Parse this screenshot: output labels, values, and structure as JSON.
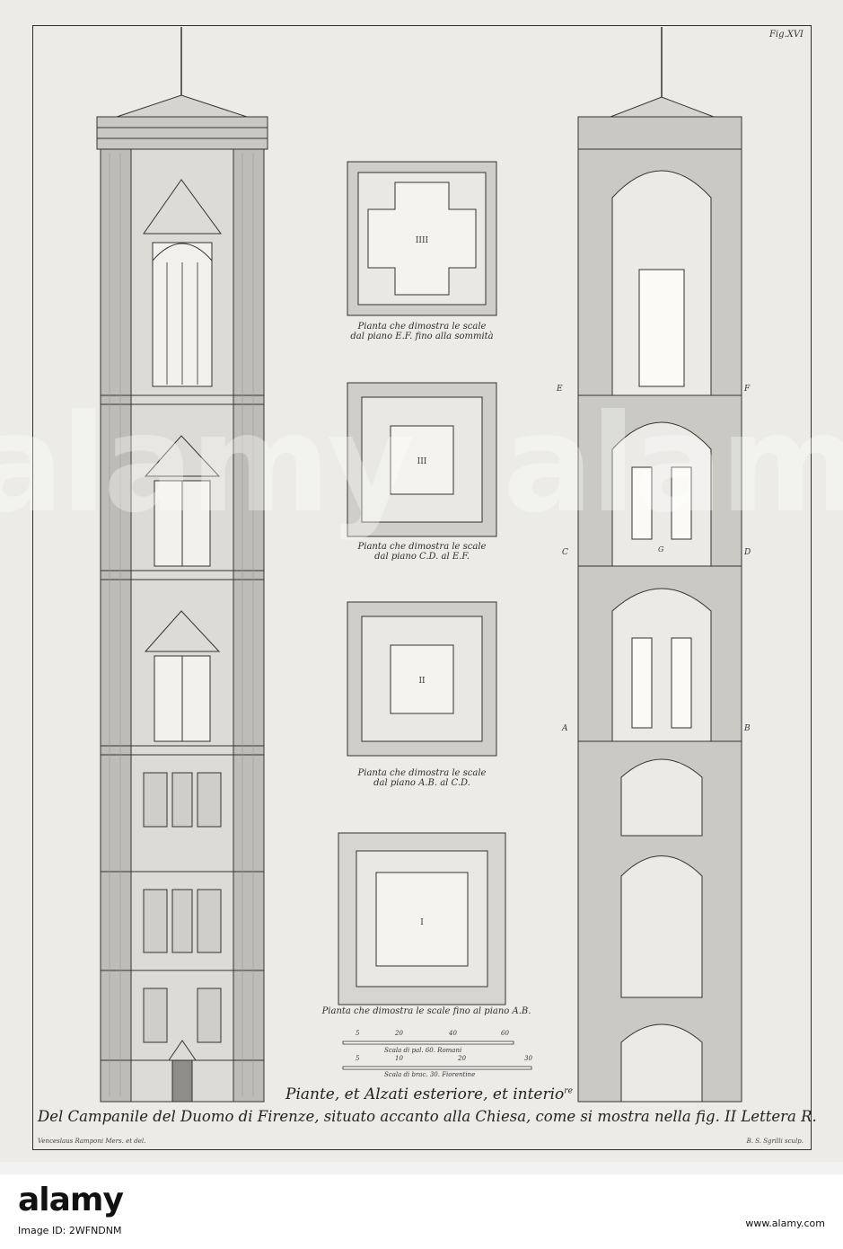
{
  "plate": {
    "fig_label": "Fig.XVI",
    "title_line1": "Piante, et Alzati esteriore, et interio",
    "title_sup": "re",
    "title_line2": "Del Campanile del Duomo di Firenze, situato accanto alla Chiesa, come si mostra nella fig. II Lettera R.",
    "credit_left": "Venceslaus Ramponi Mers. et del.",
    "credit_right": "B. S. Sgrilli sculp."
  },
  "plans": [
    {
      "numeral": "IIII",
      "caption_line1": "Pianta che dimostra le scale",
      "caption_line2": "dal piano E.F. fino alla sommità"
    },
    {
      "numeral": "III",
      "caption_line1": "Pianta che dimostra le scale",
      "caption_line2": "dal piano C.D. al E.F."
    },
    {
      "numeral": "II",
      "caption_line1": "Pianta che dimostra le scale",
      "caption_line2": "dal piano A.B. al C.D."
    },
    {
      "numeral": "I",
      "caption_line1": "Pianta che dimostra le scale fino al piano A.B.",
      "caption_line2": ""
    }
  ],
  "scales": [
    {
      "label": "Scala di pal. 60. Romani",
      "ticks": [
        "5",
        "20",
        "40",
        "60"
      ]
    },
    {
      "label": "Scala di brac. 30. Fiorentine",
      "ticks": [
        "5",
        "10",
        "20",
        "30"
      ]
    }
  ],
  "section_letters": {
    "e": "E",
    "f": "F",
    "c": "C",
    "g": "G",
    "d": "D",
    "a": "A",
    "b": "B"
  },
  "watermark": "alamy",
  "footer": {
    "logo": "alamy",
    "image_id_label": "Image ID: 2WFNDNM",
    "url": "www.alamy.com"
  }
}
